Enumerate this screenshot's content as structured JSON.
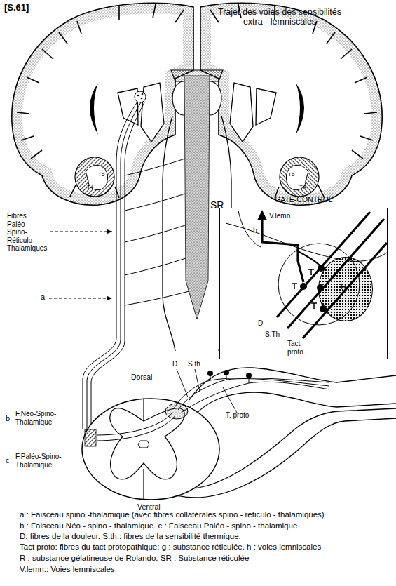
{
  "diagram": {
    "title": "Trajet des voies des sensibilités extra - lemniscales",
    "nodes": [
      {
        "text": [
          "GATE-CONTROL"
        ]
      },
      {
        "text": [
          "R"
        ],
        "in": 0
      }
    ],
    "labels": [
      "[S.61]",
      "SR",
      "T4",
      "T5",
      "T4",
      "T5",
      "Fibres Paléo- Spino- Réticulo- Thalamiques",
      "a",
      "b",
      "F.Néo-Spino- Thalamique",
      "c",
      "F.Paléo-Spino- Thalamique",
      "Dorsal",
      "D",
      "S.th",
      "T. proto",
      "Ventral",
      "h",
      "V.lemn.",
      "D",
      "S.Th",
      "Tact proto.",
      "a : Faisceau spino -thalamique (avec fibres collatérales spino - réticulo - thalamiques)",
      "b : Faisceau Néo - spino - thalamique. c : Faisceau Paléo - spino - thalamique",
      "D: fibres de la douleur. S.th.: fibres de la sensibilité thermique.",
      "Tact proto: fibres du tact protopathique; g : substance réticulée. h : voies lemniscales",
      "R : substance gélatineuse de Rolando. SR : Substance réticulée",
      "V.lemn.: Voies lemniscales"
    ]
  }
}
